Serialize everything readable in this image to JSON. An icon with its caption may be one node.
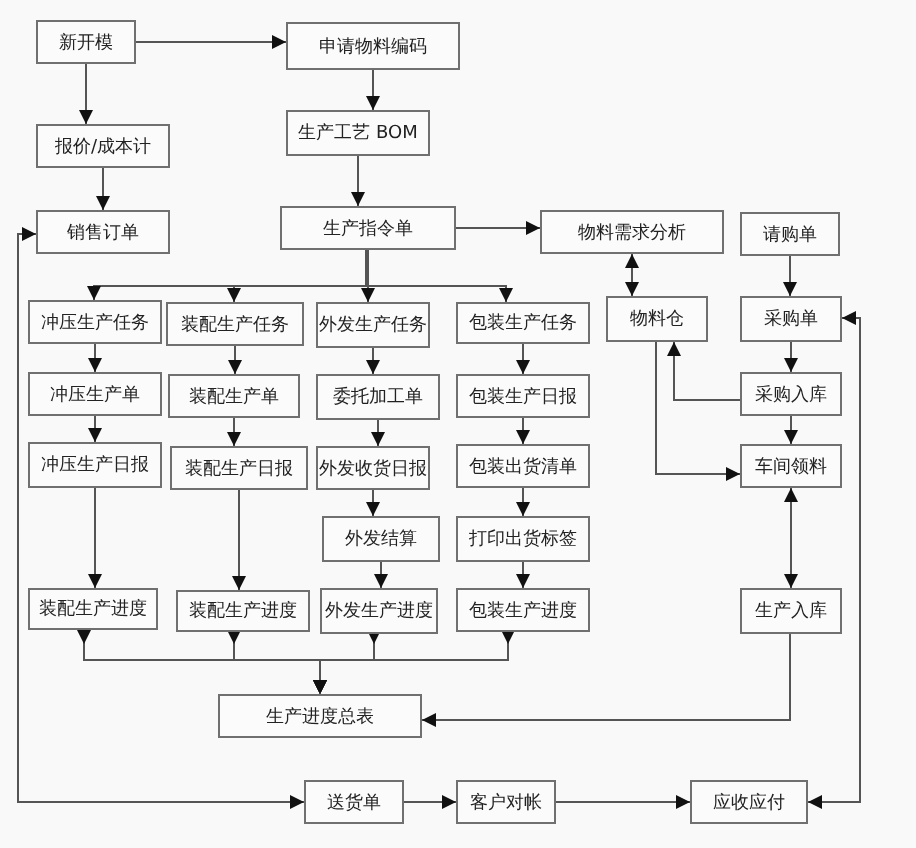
{
  "diagram": {
    "nodes": [
      {
        "text": [
          "新开模"
        ]
      },
      {
        "text": [
          "申请物料编码"
        ]
      },
      {
        "text": [
          "报价/成本计"
        ]
      },
      {
        "text": [
          "生产工艺 BOM"
        ]
      },
      {
        "text": [
          "销售订单"
        ]
      },
      {
        "text": [
          "生产指令单"
        ]
      },
      {
        "text": [
          "物料需求分析"
        ]
      },
      {
        "text": [
          "请购单"
        ]
      },
      {
        "text": [
          "冲压生产任务"
        ]
      },
      {
        "text": [
          "装配生产任务"
        ]
      },
      {
        "text": [
          "外发生产任务"
        ]
      },
      {
        "text": [
          "包装生产任务"
        ]
      },
      {
        "text": [
          "物料仓"
        ]
      },
      {
        "text": [
          "采购单"
        ]
      },
      {
        "text": [
          "冲压生产单"
        ]
      },
      {
        "text": [
          "装配生产单"
        ]
      },
      {
        "text": [
          "委托加工单"
        ]
      },
      {
        "text": [
          "包装生产日报"
        ]
      },
      {
        "text": [
          "采购入库"
        ]
      },
      {
        "text": [
          "冲压生产日报"
        ]
      },
      {
        "text": [
          "装配生产日报"
        ]
      },
      {
        "text": [
          "外发收货日报"
        ]
      },
      {
        "text": [
          "包装出货清单"
        ]
      },
      {
        "text": [
          "车间领料"
        ]
      },
      {
        "text": [
          "外发结算"
        ]
      },
      {
        "text": [
          "打印出货标签"
        ]
      },
      {
        "text": [
          "装配生产进度"
        ]
      },
      {
        "text": [
          "装配生产进度"
        ]
      },
      {
        "text": [
          "外发生产进度"
        ]
      },
      {
        "text": [
          "包装生产进度"
        ]
      },
      {
        "text": [
          "生产入库"
        ]
      },
      {
        "text": [
          "生产进度总表"
        ]
      },
      {
        "text": [
          "送货单"
        ]
      },
      {
        "text": [
          "客户对帐"
        ]
      },
      {
        "text": [
          "应收应付"
        ]
      }
    ],
    "edges": [
      {
        "from": 0,
        "to": 1,
        "arrow": "to"
      },
      {
        "from": 0,
        "to": 2,
        "arrow": "to"
      },
      {
        "from": 1,
        "to": 3,
        "arrow": "to"
      },
      {
        "from": 2,
        "to": 4,
        "arrow": "to"
      },
      {
        "from": 3,
        "to": 5,
        "arrow": "to"
      },
      {
        "from": 5,
        "to": 6,
        "arrow": "to"
      },
      {
        "from": 5,
        "to": 8,
        "arrow": "to"
      },
      {
        "from": 5,
        "to": 9,
        "arrow": "to"
      },
      {
        "from": 5,
        "to": 10,
        "arrow": "to"
      },
      {
        "from": 5,
        "to": 11,
        "arrow": "to"
      },
      {
        "from": 8,
        "to": 14,
        "arrow": "to"
      },
      {
        "from": 14,
        "to": 19,
        "arrow": "to"
      },
      {
        "from": 9,
        "to": 15,
        "arrow": "to"
      },
      {
        "from": 15,
        "to": 20,
        "arrow": "to"
      },
      {
        "from": 10,
        "to": 16,
        "arrow": "to"
      },
      {
        "from": 16,
        "to": 21,
        "arrow": "to"
      },
      {
        "from": 21,
        "to": 24,
        "arrow": "to"
      },
      {
        "from": 11,
        "to": 17,
        "arrow": "to"
      },
      {
        "from": 17,
        "to": 22,
        "arrow": "to"
      },
      {
        "from": 22,
        "to": 25,
        "arrow": "to"
      },
      {
        "from": 19,
        "to": 26,
        "arrow": "to"
      },
      {
        "from": 20,
        "to": 27,
        "arrow": "to"
      },
      {
        "from": 24,
        "to": 28,
        "arrow": "to"
      },
      {
        "from": 25,
        "to": 29,
        "arrow": "to"
      },
      {
        "from": 26,
        "to": 31,
        "arrow": "to"
      },
      {
        "from": 27,
        "to": 31,
        "arrow": "to"
      },
      {
        "from": 28,
        "to": 31,
        "arrow": "to"
      },
      {
        "from": 29,
        "to": 31,
        "arrow": "to"
      },
      {
        "from": 30,
        "to": 31,
        "arrow": "to"
      },
      {
        "from": 6,
        "to": 12,
        "arrow": "both"
      },
      {
        "from": 7,
        "to": 13,
        "arrow": "to"
      },
      {
        "from": 18,
        "to": 12,
        "arrow": "to"
      },
      {
        "from": 12,
        "to": 23,
        "arrow": "to"
      },
      {
        "from": 13,
        "to": 18,
        "arrow": "to"
      },
      {
        "from": 18,
        "to": 23,
        "arrow": "to"
      },
      {
        "from": 23,
        "to": 30,
        "arrow": "both"
      },
      {
        "from": 4,
        "to": 32,
        "arrow": "both"
      },
      {
        "from": 13,
        "to": 34,
        "arrow": "both"
      },
      {
        "from": 32,
        "to": 33,
        "arrow": "to"
      },
      {
        "from": 33,
        "to": 34,
        "arrow": "to"
      }
    ]
  }
}
